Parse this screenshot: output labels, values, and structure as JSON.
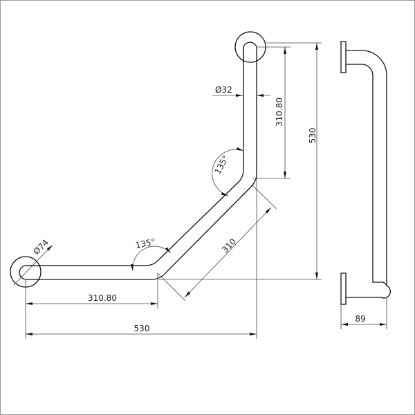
{
  "drawing": {
    "title": "135 degree angled grab rail dimension drawing",
    "dimensions": {
      "overall_height": "530",
      "vertical_leg": "310.80",
      "tube_diameter": "Ø32",
      "upper_angle": "135°",
      "diagonal_length": "310",
      "rosette_diameter": "Ø74",
      "lower_angle": "135°",
      "horizontal_leg": "310.80",
      "overall_width": "530",
      "projection": "89"
    },
    "colors": {
      "line": "#111111",
      "frame": "#999999"
    }
  }
}
